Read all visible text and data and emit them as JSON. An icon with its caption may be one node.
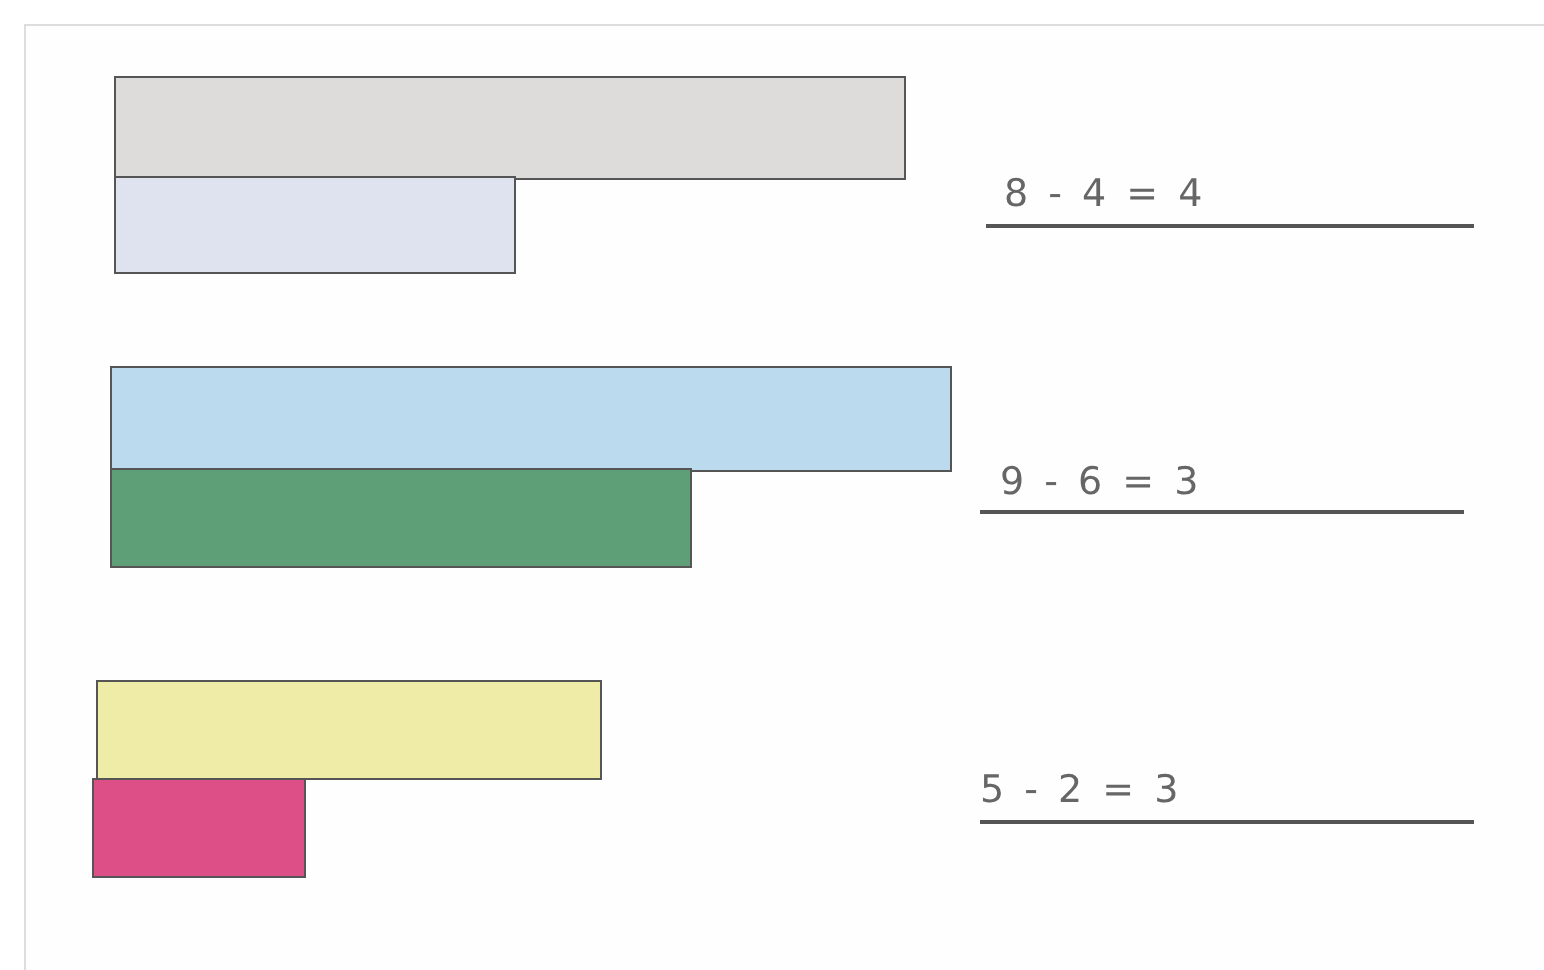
{
  "diagram": {
    "nodes": [
      {
        "text": [],
        "shape": "bar"
      },
      {
        "text": [],
        "shape": "bar"
      },
      {
        "text": [],
        "shape": "bar"
      },
      {
        "text": [],
        "shape": "bar"
      },
      {
        "text": [],
        "shape": "bar"
      },
      {
        "text": [],
        "shape": "bar"
      }
    ],
    "labels": [
      "8 - 4 = 4",
      "9 - 6 = 3",
      "5 - 2 = 3"
    ]
  }
}
